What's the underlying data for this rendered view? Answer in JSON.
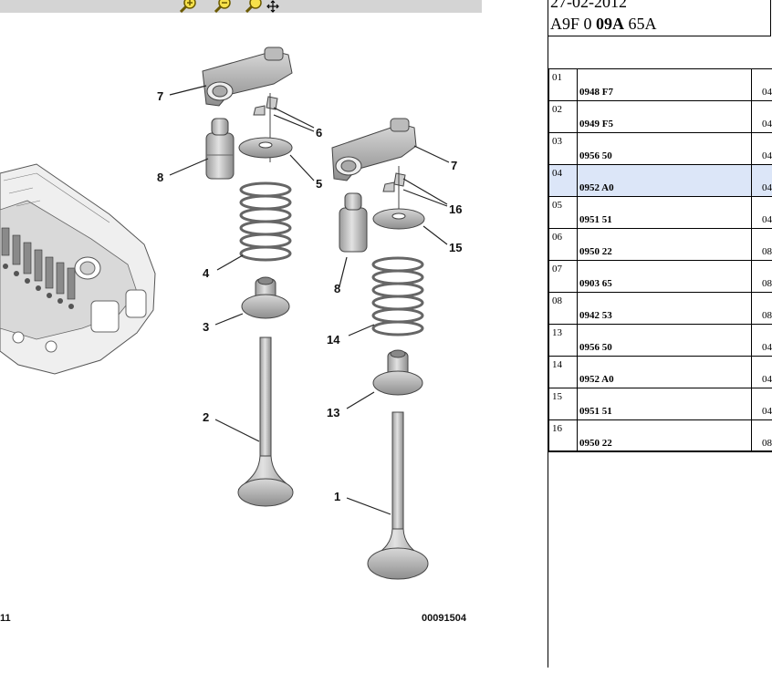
{
  "toolbar": {
    "tools": [
      {
        "name": "zoom-in-icon",
        "glyph": "🔍"
      },
      {
        "name": "zoom-out-icon",
        "glyph": "🔍"
      },
      {
        "name": "pan-zoom-icon",
        "glyph": "🔍✥"
      }
    ]
  },
  "diagram": {
    "callouts": {
      "c1": "1",
      "c2": "2",
      "c3": "3",
      "c4": "4",
      "c5": "5",
      "c6": "6",
      "c7a": "7",
      "c7b": "7",
      "c8a": "8",
      "c8b": "8",
      "c13": "13",
      "c14": "14",
      "c15": "15",
      "c16": "16"
    },
    "ref_left": "11",
    "ref_right": "00091504",
    "colors": {
      "part_fill": "#c8c8c8",
      "part_stroke": "#555555",
      "spring": "#6e6e6e"
    }
  },
  "header": {
    "date": "27-02-2012",
    "ref_prefix": "A9F 0 ",
    "ref_bold": "09A",
    "ref_suffix": " 65A"
  },
  "parts": [
    {
      "index": "01",
      "part_number": "0948 F7",
      "qty": "04",
      "selected": false
    },
    {
      "index": "02",
      "part_number": "0949 F5",
      "qty": "04",
      "selected": false
    },
    {
      "index": "03",
      "part_number": "0956 50",
      "qty": "04",
      "selected": false
    },
    {
      "index": "04",
      "part_number": "0952 A0",
      "qty": "04",
      "selected": true
    },
    {
      "index": "05",
      "part_number": "0951 51",
      "qty": "04",
      "selected": false
    },
    {
      "index": "06",
      "part_number": "0950 22",
      "qty": "08",
      "selected": false
    },
    {
      "index": "07",
      "part_number": "0903 65",
      "qty": "08",
      "selected": false
    },
    {
      "index": "08",
      "part_number": "0942 53",
      "qty": "08",
      "selected": false
    },
    {
      "index": "13",
      "part_number": "0956 50",
      "qty": "04",
      "selected": false
    },
    {
      "index": "14",
      "part_number": "0952 A0",
      "qty": "04",
      "selected": false
    },
    {
      "index": "15",
      "part_number": "0951 51",
      "qty": "04",
      "selected": false
    },
    {
      "index": "16",
      "part_number": "0950 22",
      "qty": "08",
      "selected": false
    }
  ],
  "selected_row_color": "#dce6f8"
}
